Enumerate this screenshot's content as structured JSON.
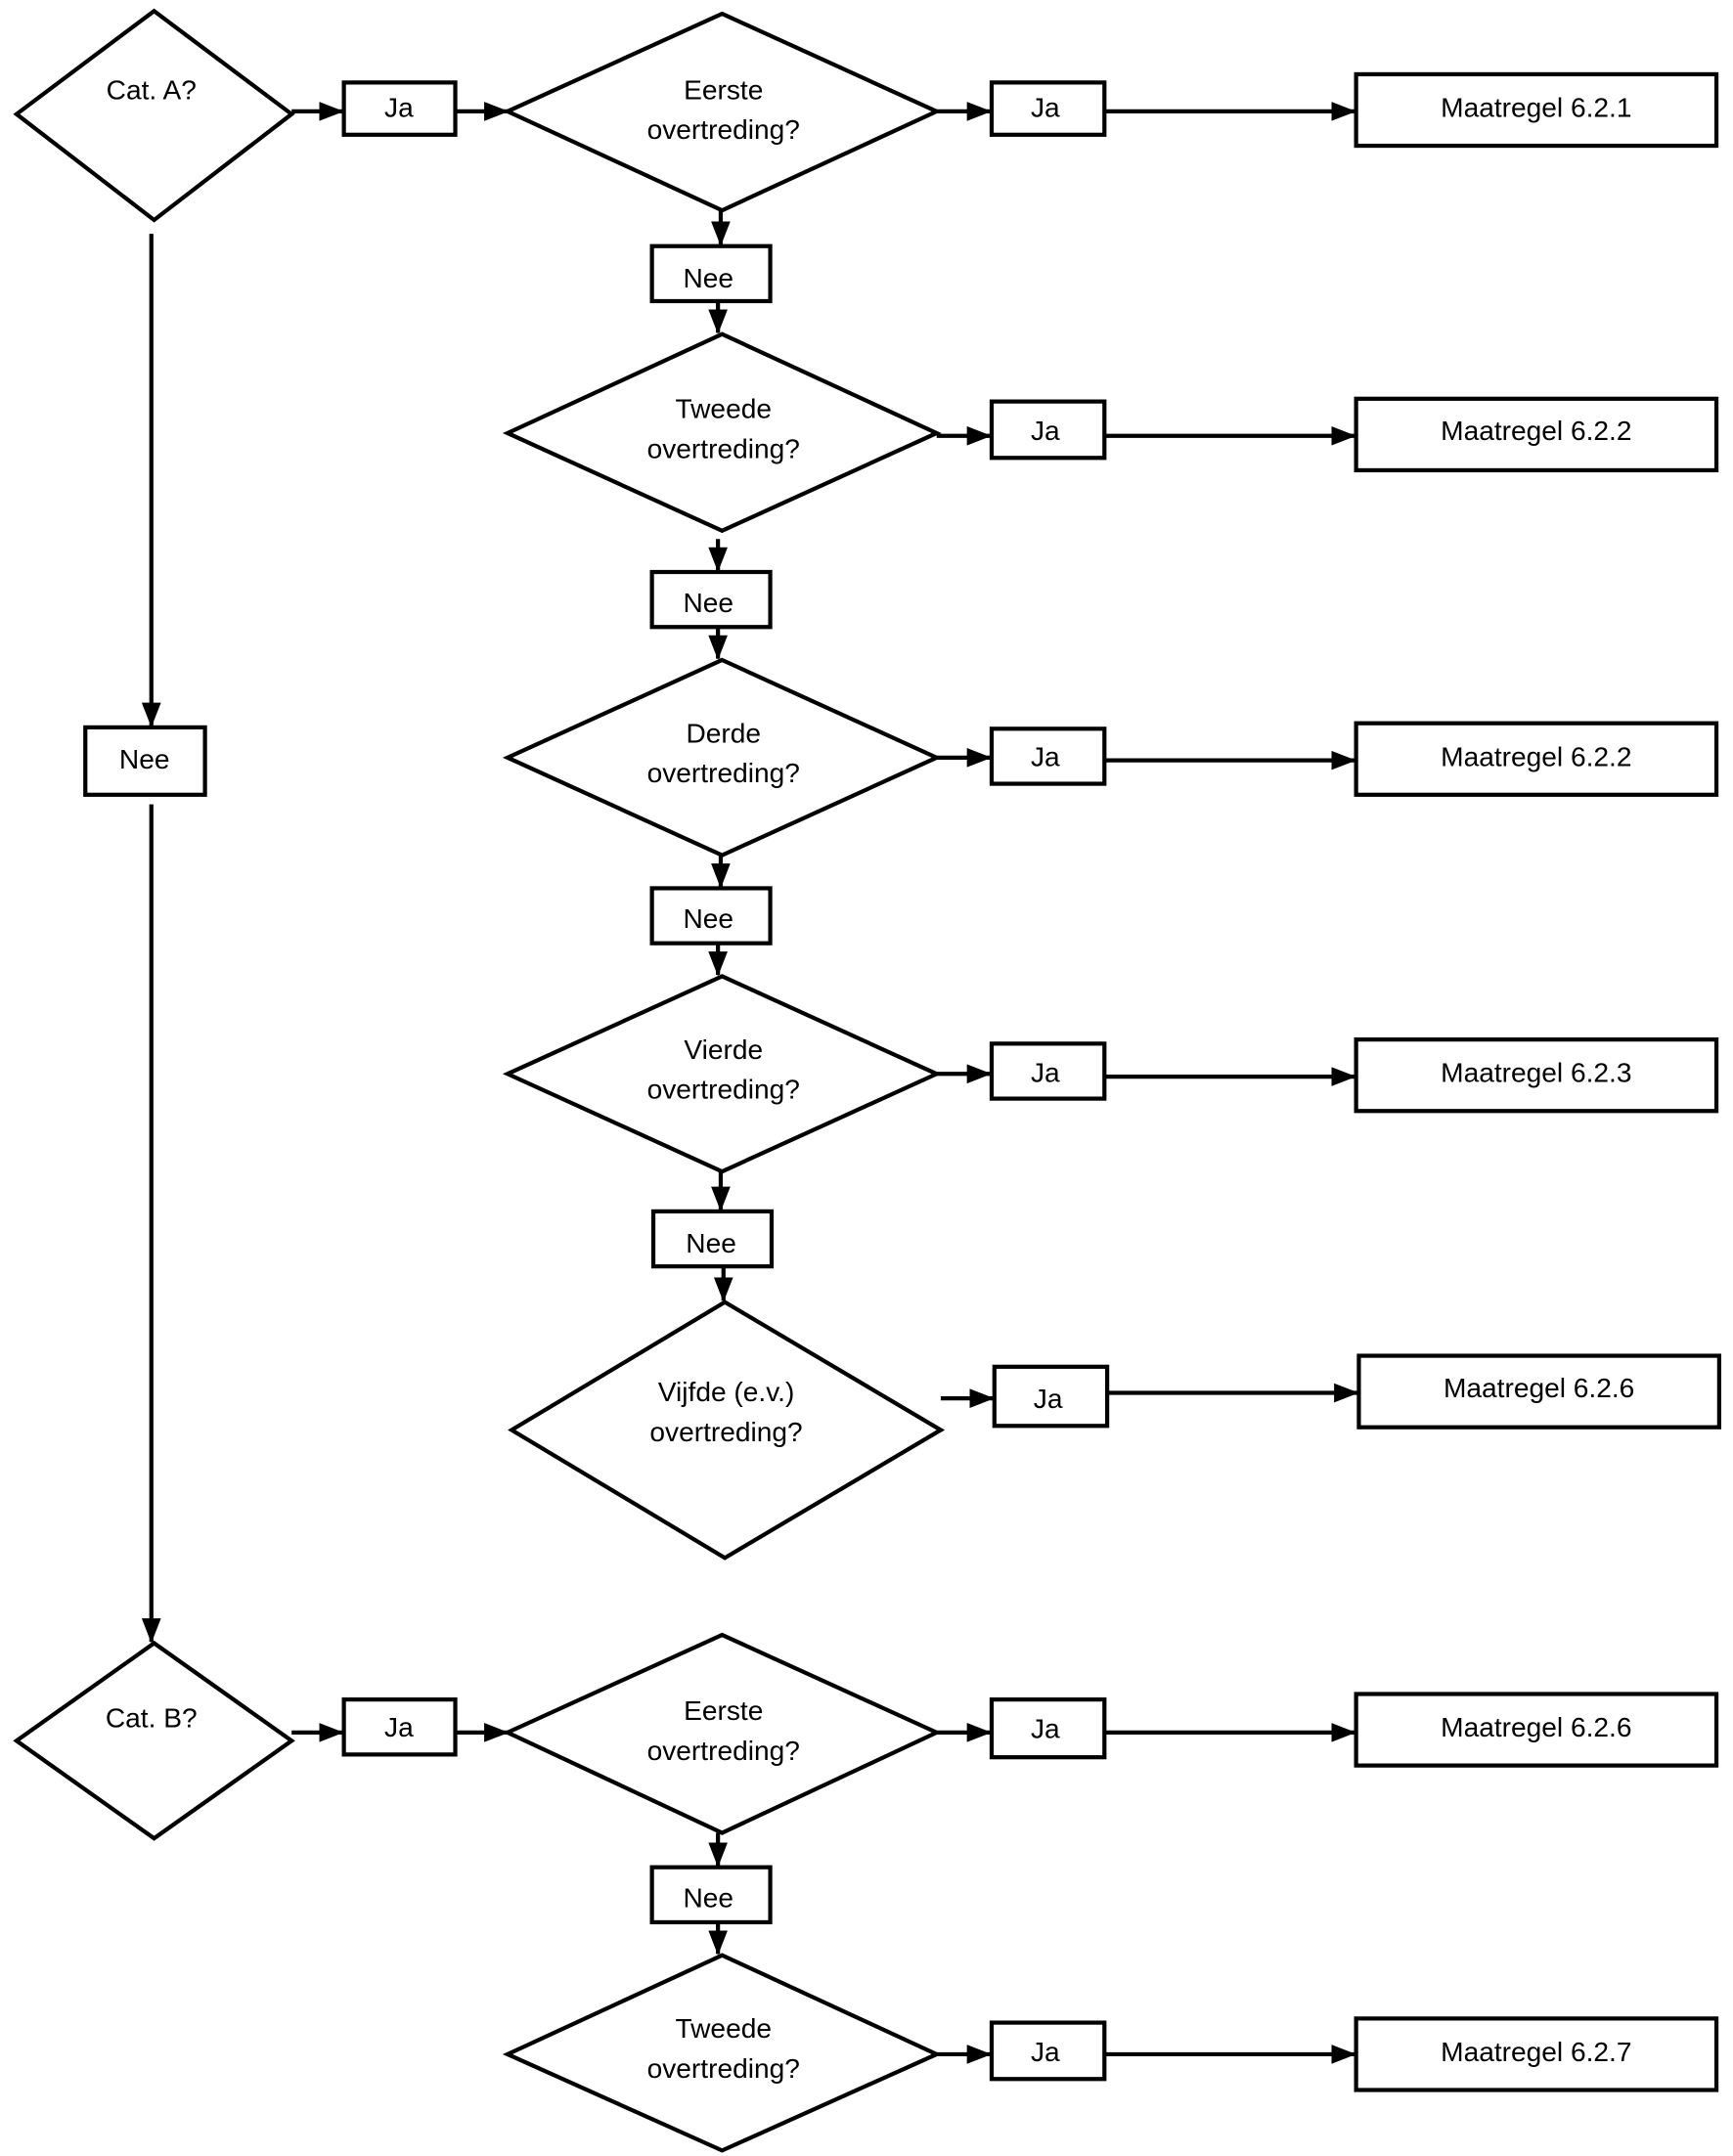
{
  "diagram": {
    "type": "flowchart",
    "nodes": {
      "catA": {
        "kind": "decision",
        "label": "Cat. A?"
      },
      "catA_ja": {
        "kind": "label",
        "label": "Ja"
      },
      "catA_nee": {
        "kind": "label",
        "label": "Nee"
      },
      "a1": {
        "kind": "decision",
        "line1": "Eerste",
        "line2": "overtreding?"
      },
      "a1_ja": {
        "kind": "label",
        "label": "Ja"
      },
      "a1_res": {
        "kind": "result",
        "label": "Maatregel 6.2.1"
      },
      "a1_nee": {
        "kind": "label",
        "label": "Nee"
      },
      "a2": {
        "kind": "decision",
        "line1": "Tweede",
        "line2": "overtreding?"
      },
      "a2_ja": {
        "kind": "label",
        "label": "Ja"
      },
      "a2_res": {
        "kind": "result",
        "label": "Maatregel 6.2.2"
      },
      "a2_nee": {
        "kind": "label",
        "label": "Nee"
      },
      "a3": {
        "kind": "decision",
        "line1": "Derde",
        "line2": "overtreding?"
      },
      "a3_ja": {
        "kind": "label",
        "label": "Ja"
      },
      "a3_res": {
        "kind": "result",
        "label": "Maatregel 6.2.2"
      },
      "a3_nee": {
        "kind": "label",
        "label": "Nee"
      },
      "a4": {
        "kind": "decision",
        "line1": "Vierde",
        "line2": "overtreding?"
      },
      "a4_ja": {
        "kind": "label",
        "label": "Ja"
      },
      "a4_res": {
        "kind": "result",
        "label": "Maatregel 6.2.3"
      },
      "a4_nee": {
        "kind": "label",
        "label": "Nee"
      },
      "a5": {
        "kind": "decision",
        "line1": "Vijfde (e.v.)",
        "line2": "overtreding?"
      },
      "a5_ja": {
        "kind": "label",
        "label": "Ja"
      },
      "a5_res": {
        "kind": "result",
        "label": "Maatregel 6.2.6"
      },
      "catB": {
        "kind": "decision",
        "label": "Cat. B?"
      },
      "catB_ja": {
        "kind": "label",
        "label": "Ja"
      },
      "b1": {
        "kind": "decision",
        "line1": "Eerste",
        "line2": "overtreding?"
      },
      "b1_ja": {
        "kind": "label",
        "label": "Ja"
      },
      "b1_res": {
        "kind": "result",
        "label": "Maatregel 6.2.6"
      },
      "b1_nee": {
        "kind": "label",
        "label": "Nee"
      },
      "b2": {
        "kind": "decision",
        "line1": "Tweede",
        "line2": "overtreding?"
      },
      "b2_ja": {
        "kind": "label",
        "label": "Ja"
      },
      "b2_res": {
        "kind": "result",
        "label": "Maatregel 6.2.7"
      }
    },
    "edges": [
      [
        "catA",
        "catA_ja"
      ],
      [
        "catA_ja",
        "a1"
      ],
      [
        "a1",
        "a1_ja"
      ],
      [
        "a1_ja",
        "a1_res"
      ],
      [
        "a1",
        "a1_nee"
      ],
      [
        "a1_nee",
        "a2"
      ],
      [
        "a2",
        "a2_ja"
      ],
      [
        "a2_ja",
        "a2_res"
      ],
      [
        "a2",
        "a2_nee"
      ],
      [
        "a2_nee",
        "a3"
      ],
      [
        "a3",
        "a3_ja"
      ],
      [
        "a3_ja",
        "a3_res"
      ],
      [
        "a3",
        "a3_nee"
      ],
      [
        "a3_nee",
        "a4"
      ],
      [
        "a4",
        "a4_ja"
      ],
      [
        "a4_ja",
        "a4_res"
      ],
      [
        "a4",
        "a4_nee"
      ],
      [
        "a4_nee",
        "a5"
      ],
      [
        "a5",
        "a5_ja"
      ],
      [
        "a5_ja",
        "a5_res"
      ],
      [
        "catA",
        "catA_nee"
      ],
      [
        "catA_nee",
        "catB"
      ],
      [
        "catB",
        "catB_ja"
      ],
      [
        "catB_ja",
        "b1"
      ],
      [
        "b1",
        "b1_ja"
      ],
      [
        "b1_ja",
        "b1_res"
      ],
      [
        "b1",
        "b1_nee"
      ],
      [
        "b1_nee",
        "b2"
      ],
      [
        "b2",
        "b2_ja"
      ],
      [
        "b2_ja",
        "b2_res"
      ]
    ]
  }
}
